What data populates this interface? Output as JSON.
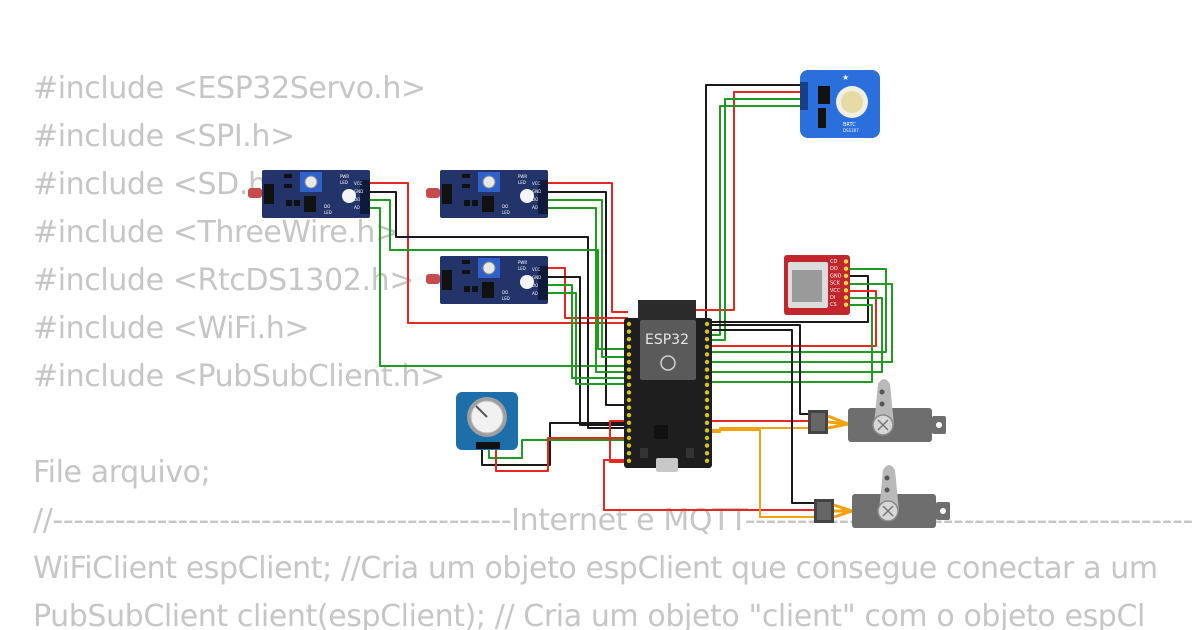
{
  "code_lines": [
    "#include <ESP32Servo.h>",
    "#include <SPI.h>",
    "#include <SD.h>",
    "#include <ThreeWire.h>",
    "#include <RtcDS1302.h>",
    "#include <WiFi.h>",
    "#include <PubSubClient.h>",
    "",
    "File arquivo;",
    "//--------------------------------------------Internet e MQTT-------------------------------------------",
    "WiFiClient espClient; //Cria um objeto espClient que consegue conectar a um",
    "PubSubClient client(espClient); // Cria um objeto \"client\" com o objeto espCl"
  ],
  "board": {
    "label": "ESP32"
  },
  "rtc": {
    "label": "BRTC",
    "sub": "DS1307"
  },
  "sd": {
    "pins": [
      "CD",
      "DO",
      "GND",
      "SCK",
      "VCC",
      "DI",
      "CS"
    ]
  },
  "ldr": {
    "pins": [
      "VCC",
      "GND",
      "DO",
      "AO"
    ],
    "leds": [
      "PWR",
      "LED",
      "DO",
      "LED"
    ]
  },
  "colors": {
    "wire_red": "#e8271f",
    "wire_black": "#1a1a1a",
    "wire_green": "#1f9b1f",
    "wire_orange": "#f2a20c",
    "ldr_board": "#23346b",
    "rtc_board": "#2a6fdb",
    "sd_board": "#c0262b",
    "esp_board": "#1e1e1e"
  }
}
